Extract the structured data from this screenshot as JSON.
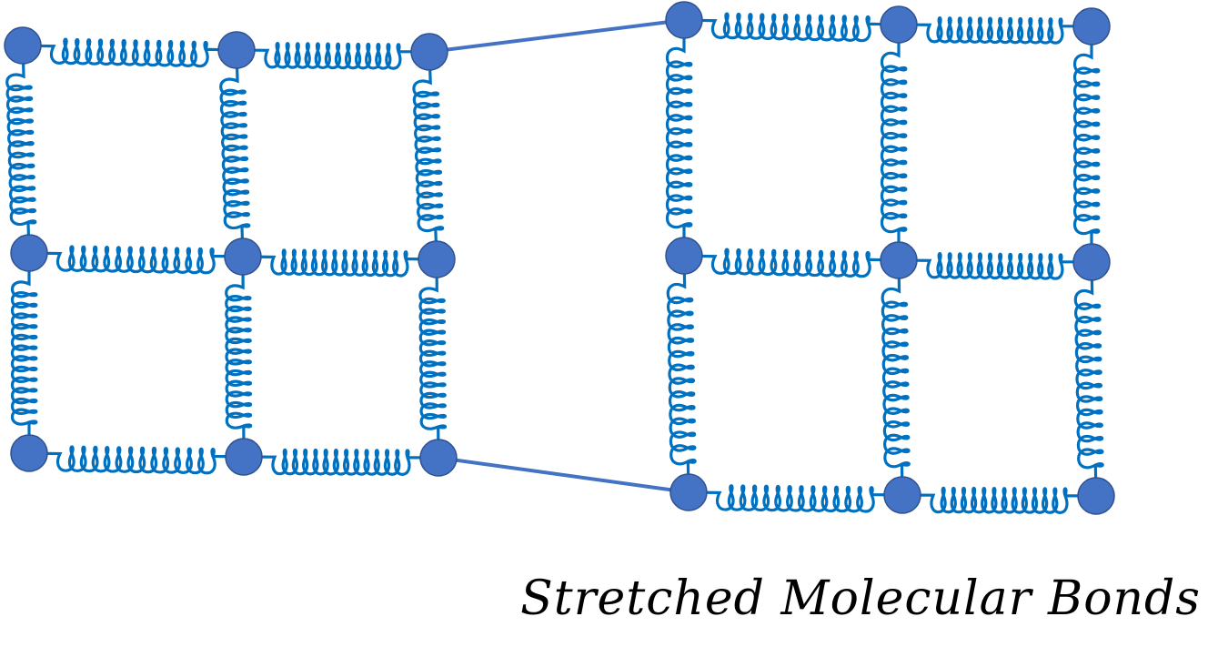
{
  "caption": "Stretched Molecular Bonds",
  "colors": {
    "atom_fill": "#4472C4",
    "atom_stroke": "#2F528F",
    "spring": "#0070C0",
    "connector": "#4472C4",
    "background": "#FFFFFF"
  },
  "diagram": {
    "left_lattice": "unstretched 3x3 atom grid joined by springs",
    "right_lattice": "stretched 3x3 atom grid joined by springs",
    "connectors": 2
  }
}
